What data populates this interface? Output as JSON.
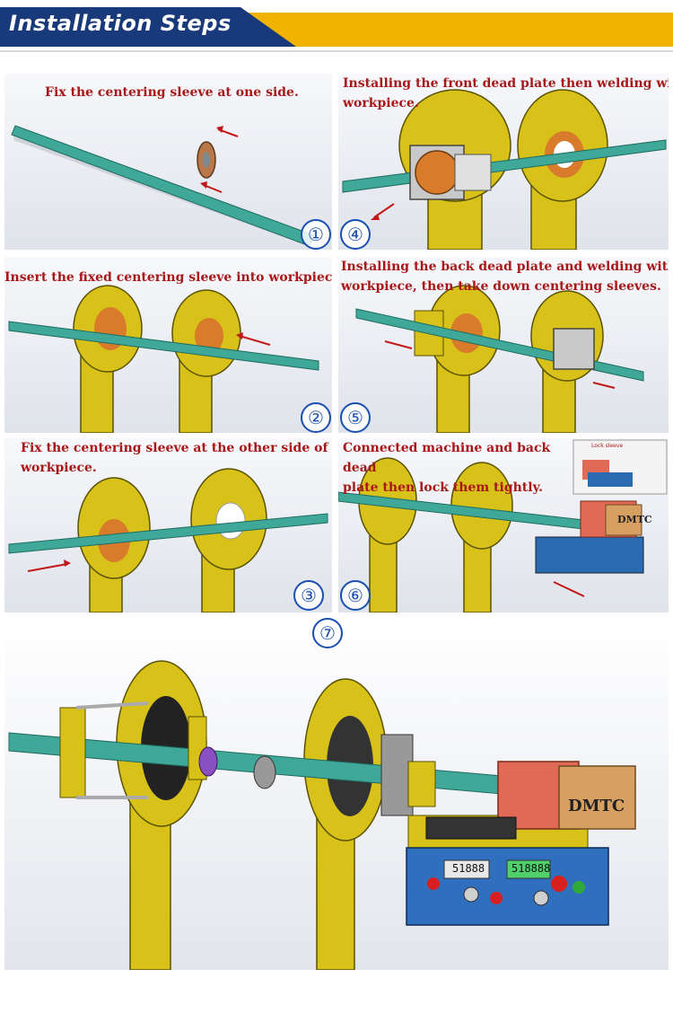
{
  "header": {
    "title": "Installation Steps"
  },
  "steps": [
    {
      "number": "①",
      "caption": "Fix the centering sleeve at one side."
    },
    {
      "number": "②",
      "caption": "Insert the fixed centering sleeve into workpiece"
    },
    {
      "number": "③",
      "caption": "Fix the centering sleeve at the other side of\nworkpiece."
    },
    {
      "number": "④",
      "caption": "Installing the front dead plate then welding with\nworkpiece."
    },
    {
      "number": "⑤",
      "caption": "Installing the back dead plate and welding with\nworkpiece, then take down centering sleeves."
    },
    {
      "number": "⑥",
      "caption": "Connected machine and back dead\nplate then lock them tightly."
    },
    {
      "number": "⑦",
      "caption": ""
    }
  ],
  "machine": {
    "brand": "DMTC",
    "display_left": "51888",
    "display_right": "518888",
    "inset_label": "Lock sleeve"
  },
  "colors": {
    "header_blue": "#183a7a",
    "header_gold": "#f0b400",
    "caption_red": "#a81818",
    "number_blue": "#1a4fb0",
    "shaft_teal": "#3fa898",
    "plate_yellow": "#d8c21a",
    "motor_red": "#e06a55"
  }
}
